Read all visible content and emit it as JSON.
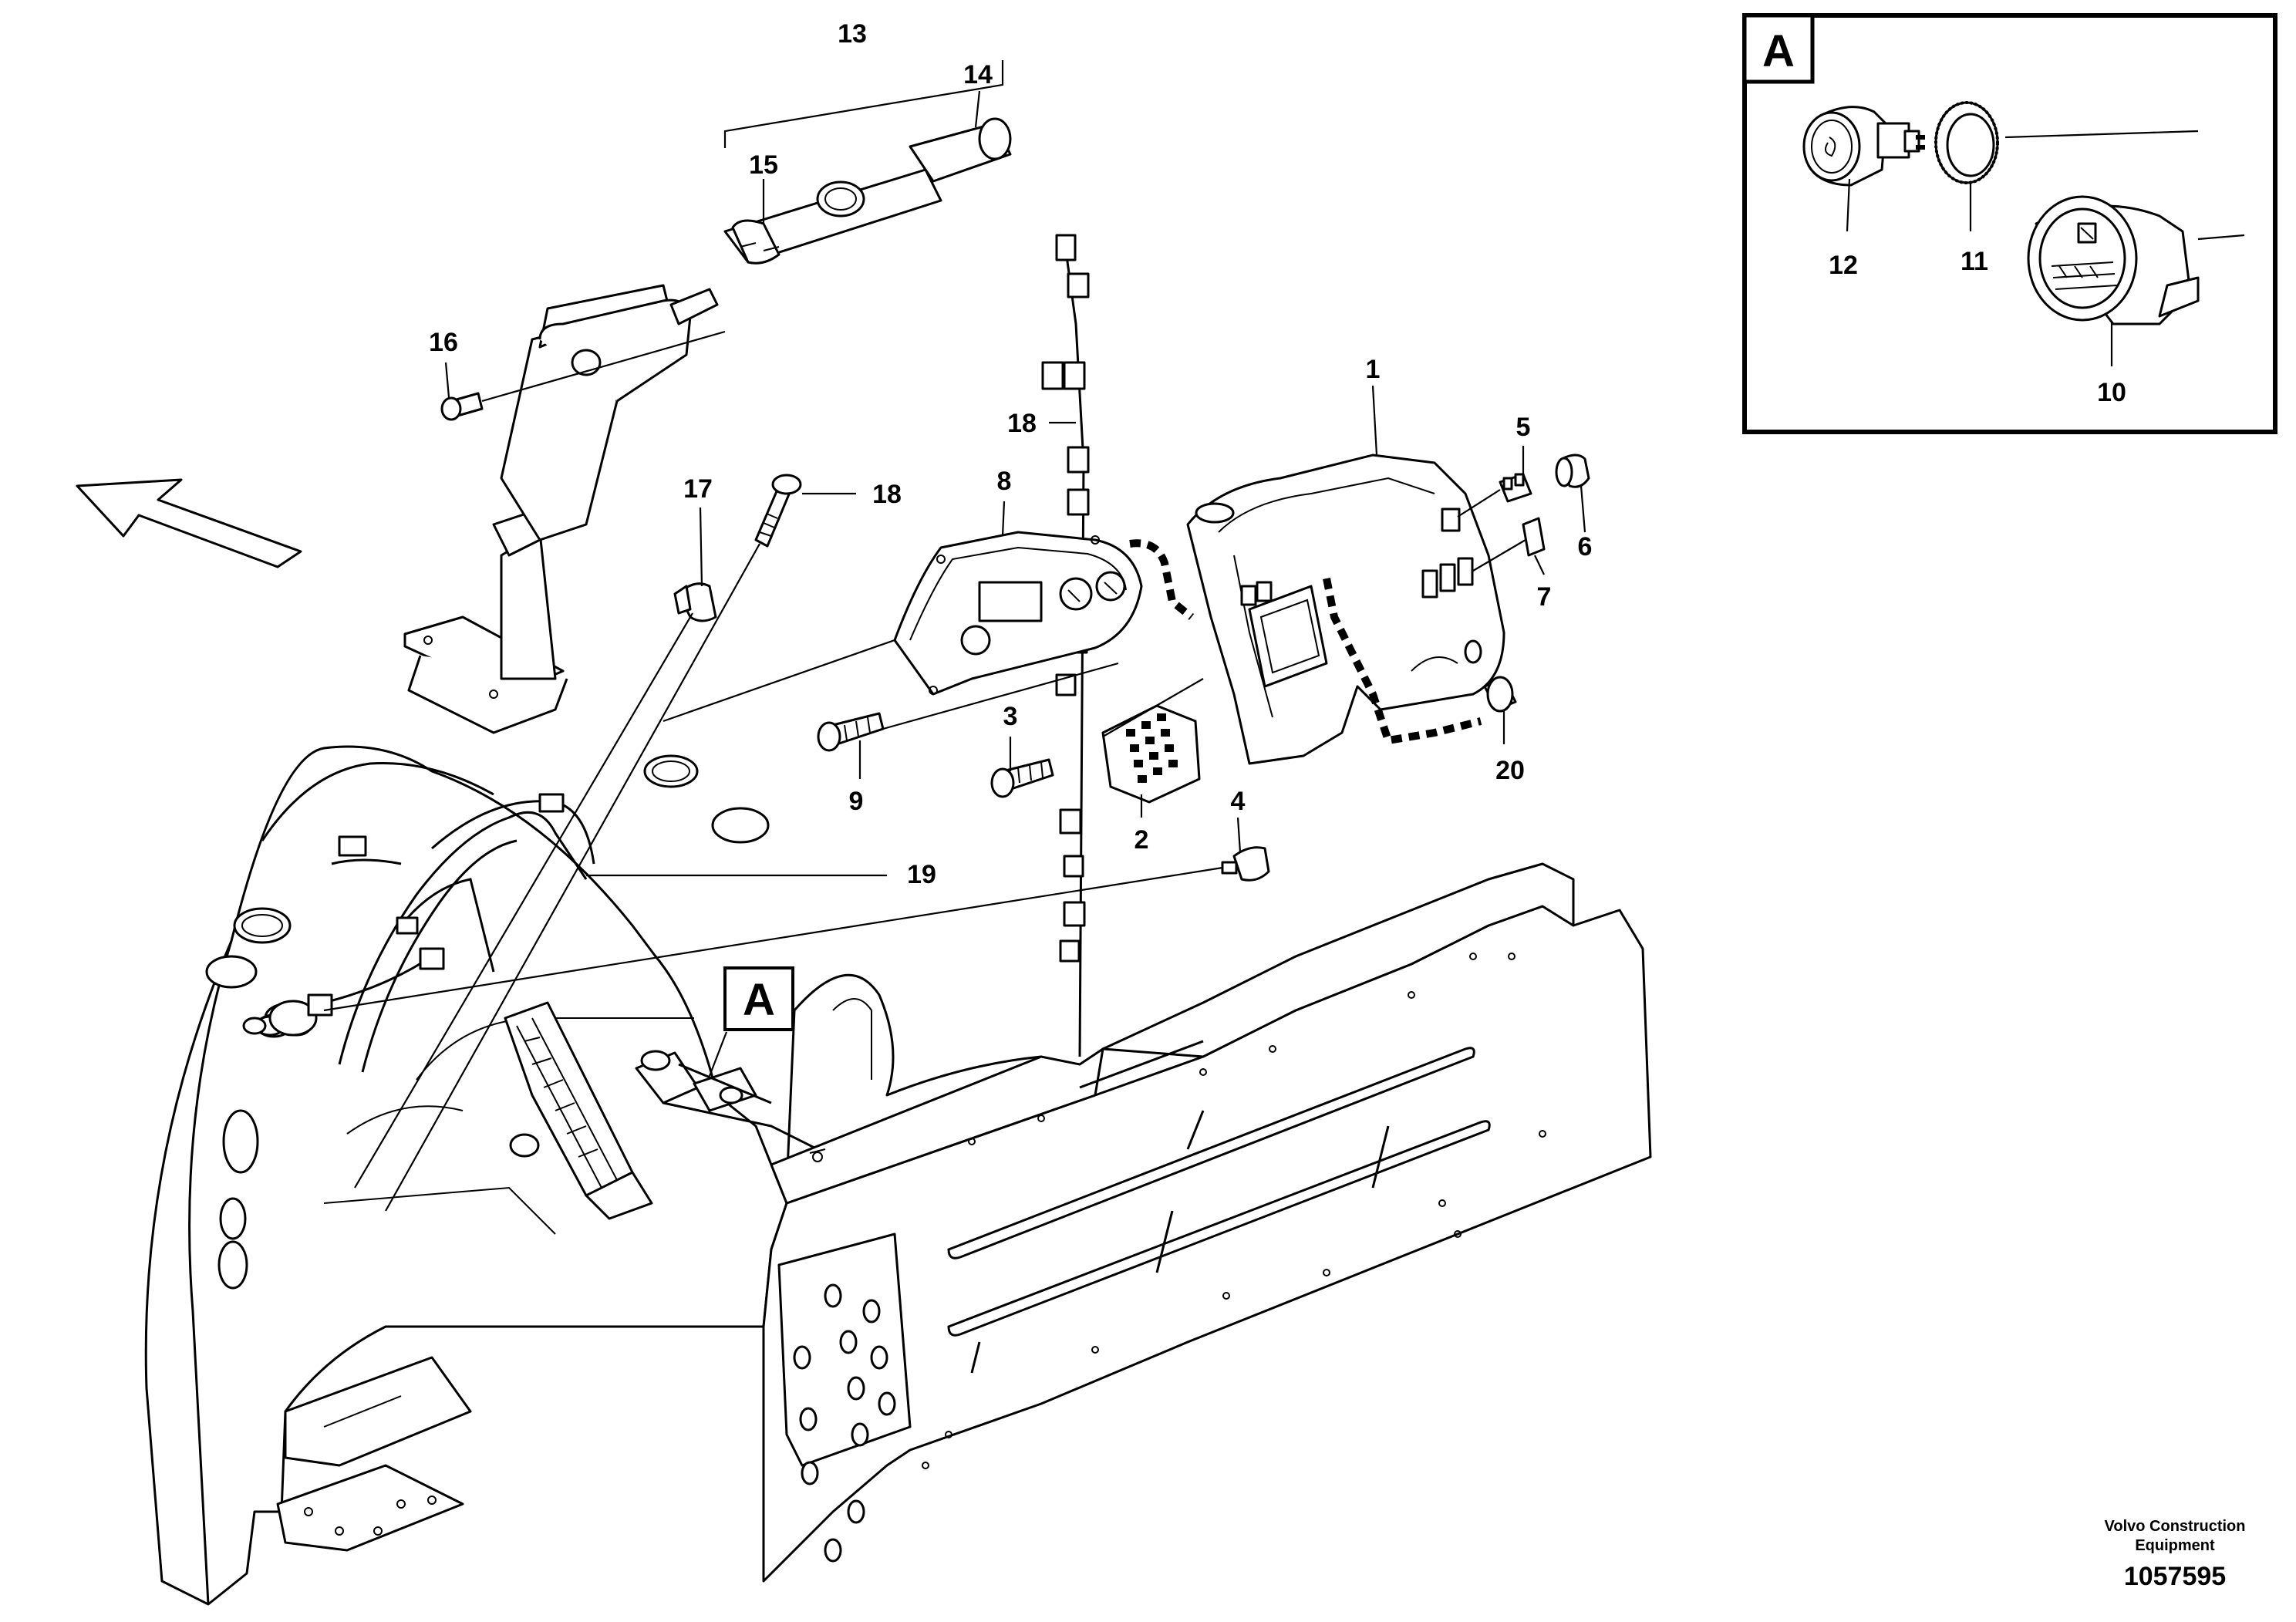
{
  "main_view": {
    "reference_marker": "A",
    "callouts": {
      "c1": "1",
      "c2": "2",
      "c3": "3",
      "c4": "4",
      "c5": "5",
      "c6": "6",
      "c7": "7",
      "c8": "8",
      "c9": "9",
      "c13": "13",
      "c14": "14",
      "c15": "15",
      "c16": "16",
      "c17": "17",
      "c18a": "18",
      "c18b": "18",
      "c19": "19",
      "c20": "20"
    }
  },
  "detail_a": {
    "title": "A",
    "callouts": {
      "c10": "10",
      "c11": "11",
      "c12": "12"
    }
  },
  "footer": {
    "company_line1": "Volvo Construction",
    "company_line2": "Equipment",
    "drawing_number": "1057595"
  }
}
